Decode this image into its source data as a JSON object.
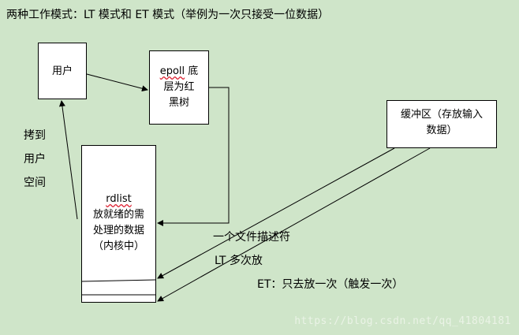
{
  "title": "两种工作模式：LT 模式和 ET 模式（举例为一次只接受一位数据）",
  "nodes": {
    "user": "用户",
    "epoll_line1_term": "epoll",
    "epoll_line1_rest": " 底",
    "epoll_line2": "层为红",
    "epoll_line3": "黑树",
    "buffer_line1": "缓冲区（存放输入",
    "buffer_line2": "数据）",
    "rdlist_term": "rdlist",
    "rdlist_line2": "放就绪的需",
    "rdlist_line3": "处理的数据",
    "rdlist_line4": "（内核中）"
  },
  "labels": {
    "copy_line1": "拷到",
    "copy_line2": "用户",
    "copy_line3": "空间",
    "fd": "一个文件描述符",
    "lt": "LT 多次放",
    "et": "ET：只去放一次（触发一次）"
  },
  "watermark": "https://blog.csdn.net/qq_41804181",
  "colors": {
    "background": "#cfe5c9",
    "box_fill": "#ffffff",
    "line": "#000000"
  }
}
